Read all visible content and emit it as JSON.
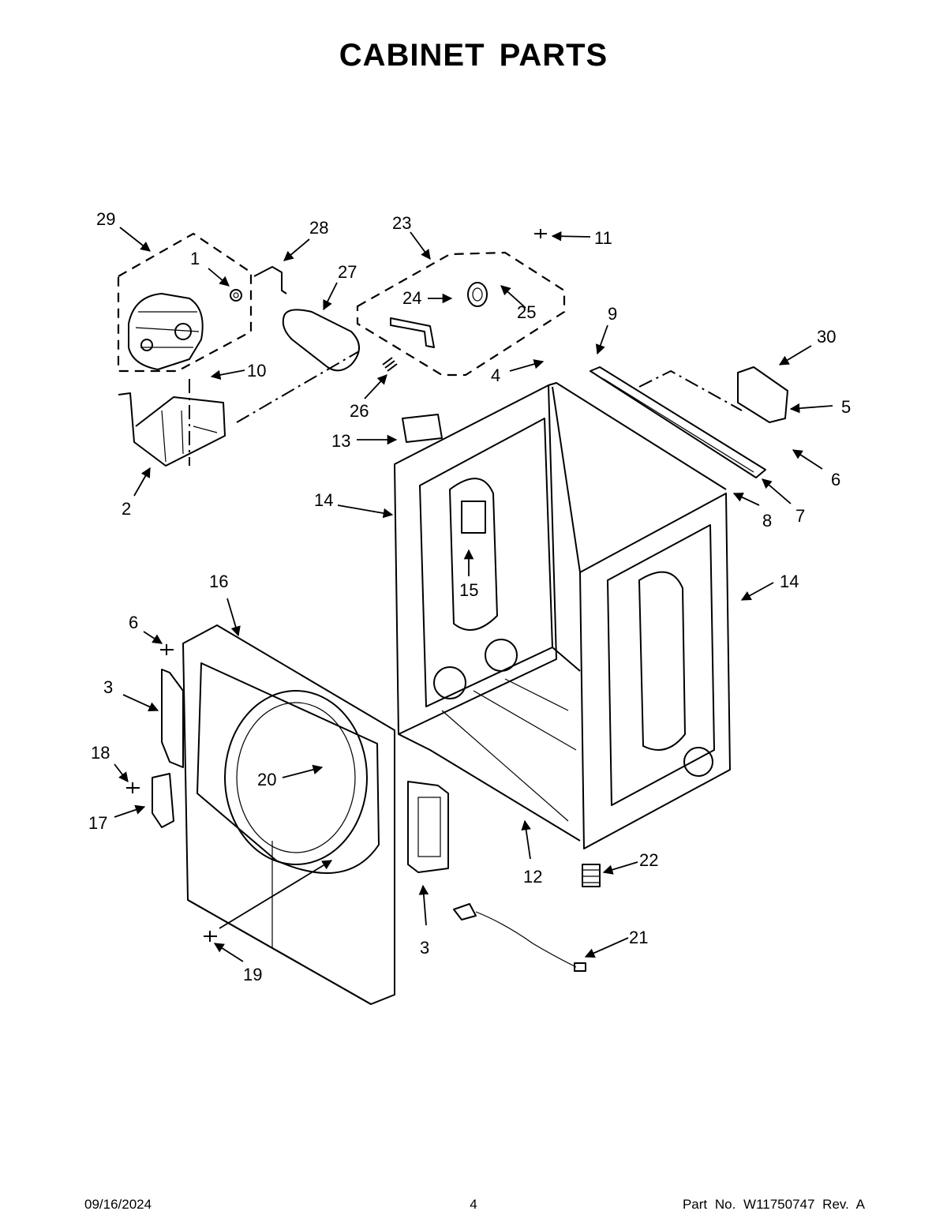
{
  "title": "CABINET PARTS",
  "footer": {
    "date": "09/16/2024",
    "page": "4",
    "part_number": "Part No.  W11750747  Rev.  A"
  },
  "callouts": [
    "29",
    "28",
    "1",
    "27",
    "23",
    "11",
    "24",
    "25",
    "9",
    "30",
    "10",
    "4",
    "5",
    "26",
    "13",
    "6",
    "2",
    "14",
    "7",
    "8",
    "15",
    "14",
    "16",
    "6",
    "3",
    "18",
    "20",
    "17",
    "22",
    "12",
    "21",
    "3",
    "19"
  ]
}
